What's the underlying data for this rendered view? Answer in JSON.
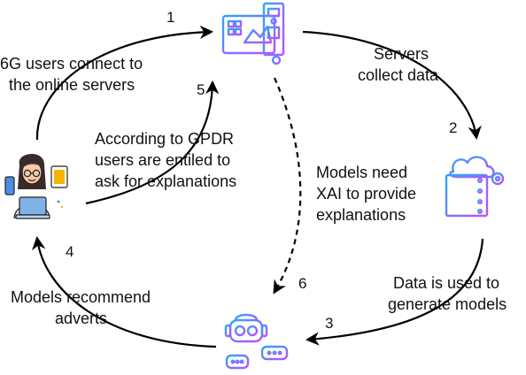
{
  "colors": {
    "arrow": "#000000",
    "icon_gradient_start": "#2aa7ff",
    "icon_gradient_end": "#c04dff",
    "skin": "#f6c9a8",
    "hair": "#3a2b2b",
    "laptop": "#7fb3e8"
  },
  "icons": {
    "server_computer": "computer-with-server-rack-icon",
    "data_center": "cloud-server-icon",
    "ai_model": "robot-with-chat-bubbles-icon",
    "user": "woman-with-laptop-and-devices-icon"
  },
  "labels": {
    "users_connect": [
      "6G users connect to",
      "the online servers"
    ],
    "servers_collect": [
      "Servers",
      "collect data"
    ],
    "gpdr": [
      "According to GPDR",
      "users are entiled to",
      "ask for explanations"
    ],
    "xai": [
      "Models need",
      "XAI to provide",
      "explanations"
    ],
    "data_used": [
      "Data is used to",
      "generate models"
    ],
    "models_recommend": [
      "Models recommend",
      "adverts"
    ]
  },
  "steps": [
    "1",
    "2",
    "3",
    "4",
    "5",
    "6"
  ]
}
